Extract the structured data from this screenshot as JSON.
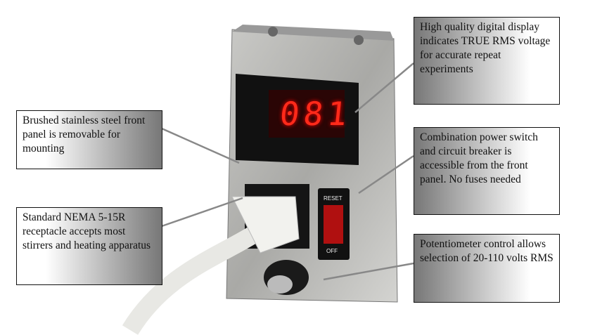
{
  "device": {
    "display_reading": "081",
    "switch_top_label": "RESET",
    "switch_bottom_label": "OFF"
  },
  "callouts": [
    {
      "id": "panel",
      "text": "Brushed stainless steel front panel is removable for mounting"
    },
    {
      "id": "receptacle",
      "text": "Standard NEMA 5-15R receptacle accepts most stirrers and heating apparatus"
    },
    {
      "id": "display",
      "text": "High quality digital display indicates TRUE RMS voltage for accurate repeat experiments"
    },
    {
      "id": "switch",
      "text": "Combination power switch and circuit breaker is accessible from the front panel. No fuses needed"
    },
    {
      "id": "potentiometer",
      "text": "Potentiometer control allows selection of 20-110 volts RMS"
    }
  ]
}
